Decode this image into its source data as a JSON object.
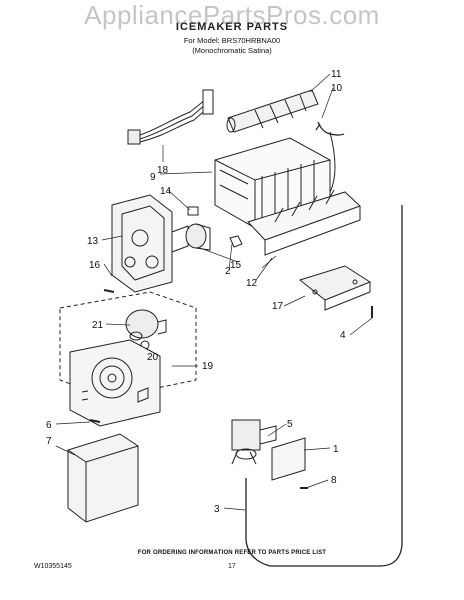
{
  "watermark": "AppliancePartsPros.com",
  "title": "ICEMAKER PARTS",
  "model_line": "For Model: BRS70HRBNA00",
  "finish_line": "(Monochromatic Satina)",
  "callouts": [
    "11",
    "10",
    "18",
    "9",
    "14",
    "13",
    "16",
    "2",
    "15",
    "12",
    "17",
    "21",
    "20",
    "19",
    "4",
    "5",
    "6",
    "7",
    "1",
    "8",
    "3"
  ],
  "footer": {
    "note": "FOR ORDERING INFORMATION REFER TO PARTS PRICE LIST",
    "doc_number": "W10355145",
    "page_number": "17"
  }
}
